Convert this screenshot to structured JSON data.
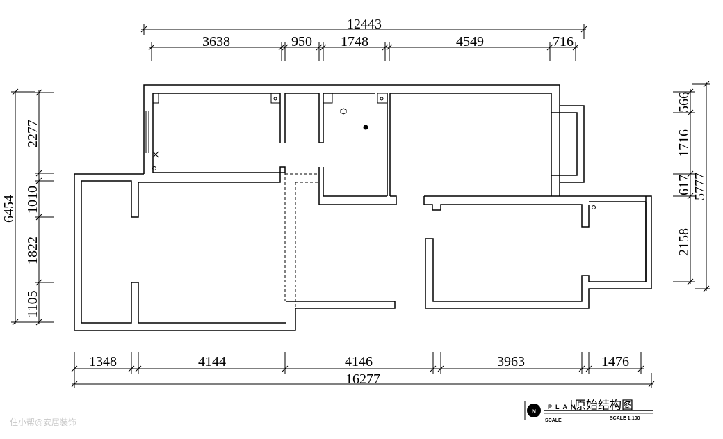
{
  "dims_top": {
    "total": "12443",
    "d1": "3638",
    "d2": "950",
    "d3": "1748",
    "d4": "4549",
    "d5": "716"
  },
  "dims_bottom": {
    "total": "16277",
    "d1": "1348",
    "d2": "4144",
    "d3": "4146",
    "d4": "3963",
    "d5": "1476"
  },
  "dims_left": {
    "total": "6454",
    "d1": "2277",
    "d2": "1010",
    "d3": "1822",
    "d4": "1105"
  },
  "dims_right": {
    "total": "5777",
    "d1": "566",
    "d2": "1716",
    "d3": "617",
    "d4": "2158"
  },
  "title_block": {
    "plan": "PLAN",
    "title": "原始结构图",
    "scale_label": "SCALE",
    "scale_value": "SCALE 1:100"
  },
  "watermark": "住小帮@安居装饰"
}
